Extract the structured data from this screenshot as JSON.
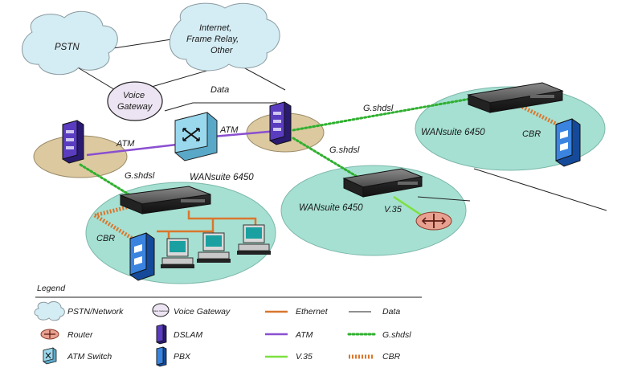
{
  "diagram": {
    "clouds": {
      "pstn": "PSTN",
      "internet_line1": "Internet,",
      "internet_line2": "Frame Relay,",
      "internet_line3": "Other"
    },
    "voice_gateway_line1": "Voice",
    "voice_gateway_line2": "Gateway",
    "links": {
      "data": "Data",
      "atm_left": "ATM",
      "atm_right": "ATM",
      "gshdsl_top": "G.shdsl",
      "gshdsl_mid": "G.shdsl",
      "gshdsl_left": "G.shdsl",
      "v35": "V.35",
      "cbr_left": "CBR",
      "cbr_right": "CBR"
    },
    "devices": {
      "wansuite_left": "WANsuite 6450",
      "wansuite_mid": "WANsuite 6450",
      "wansuite_right": "WANsuite 6450"
    }
  },
  "legend": {
    "title": "Legend",
    "items": {
      "pstn_network": "PSTN/Network",
      "voice_gateway": "Voice Gateway",
      "ethernet": "Ethernet",
      "data": "Data",
      "router": "Router",
      "dslam": "DSLAM",
      "atm": "ATM",
      "gshdsl": "G.shdsl",
      "atm_switch": "ATM Switch",
      "pbx": "PBX",
      "v35": "V.35",
      "cbr": "CBR"
    },
    "voice_gateway_icon_text": "Voice Gateway"
  },
  "colors": {
    "cloud_fill": "#d4ecf3",
    "cloud_stroke": "#8a9aa0",
    "ellipse_teal": "#a6e0d2",
    "ellipse_tan": "#dcc9a0",
    "ethernet": "#d9772e",
    "atm": "#8a4fd0",
    "v35": "#7ee040",
    "gshdsl": "#2fb02f",
    "cbr": "#d9772e",
    "dslam": "#4a2ca0",
    "pbx": "#2a6ed0",
    "atm_switch": "#7cc8e0",
    "router": "#e8a090",
    "device": "#3a3a3a"
  }
}
